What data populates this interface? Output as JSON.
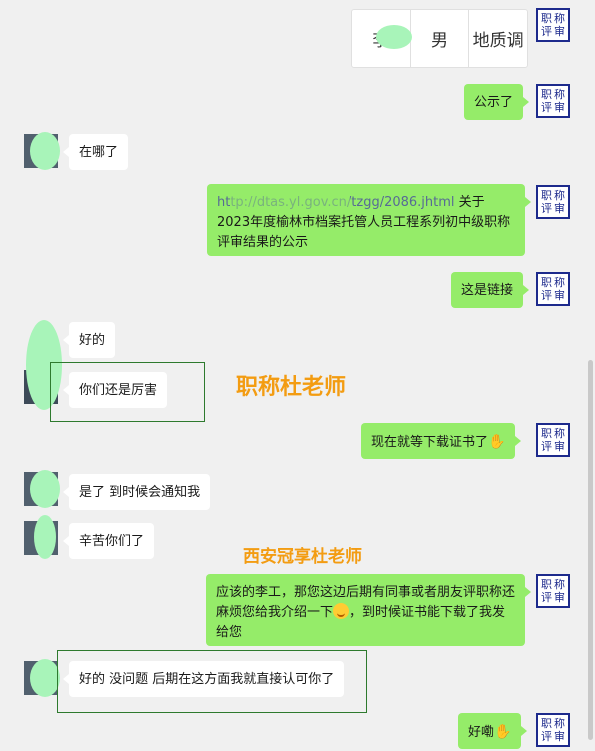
{
  "right_avatar": {
    "c1": "职",
    "c2": "称",
    "c3": "评",
    "c4": "审"
  },
  "top_card": {
    "name": "李",
    "gender": "男",
    "dept": "地质调"
  },
  "messages": {
    "m1": {
      "text": "公示了"
    },
    "m2": {
      "text": "在哪了"
    },
    "m3": {
      "link": "http://dtas.yl.gov.cn/tzgg/2086.jhtml",
      "text": " 关于2023年度榆林市档案托管人员工程系列初中级职称评审结果的公示"
    },
    "m4": {
      "text": "这是链接"
    },
    "m5": {
      "text": "好的"
    },
    "m6": {
      "text": "你们还是厉害"
    },
    "m7": {
      "text": "现在就等下载证书了"
    },
    "m8": {
      "text": "是了 到时候会通知我"
    },
    "m9": {
      "text": "辛苦你们了"
    },
    "m10": {
      "text_a": "应该的李工，那您这边后期有同事或者朋友评职称还麻烦您给我介绍一下",
      "text_b": "，到时候证书能下载了我发给您"
    },
    "m11": {
      "text": "好的   没问题  后期在这方面我就直接认可你了"
    },
    "m12": {
      "text": "好嘞"
    }
  },
  "watermarks": {
    "w1": "职称杜老师",
    "w2": "西安冠享杜老师"
  },
  "icons": {
    "handshake": "handshake-emoji",
    "smile": "smile-emoji",
    "avatar": "avatar-icon"
  }
}
